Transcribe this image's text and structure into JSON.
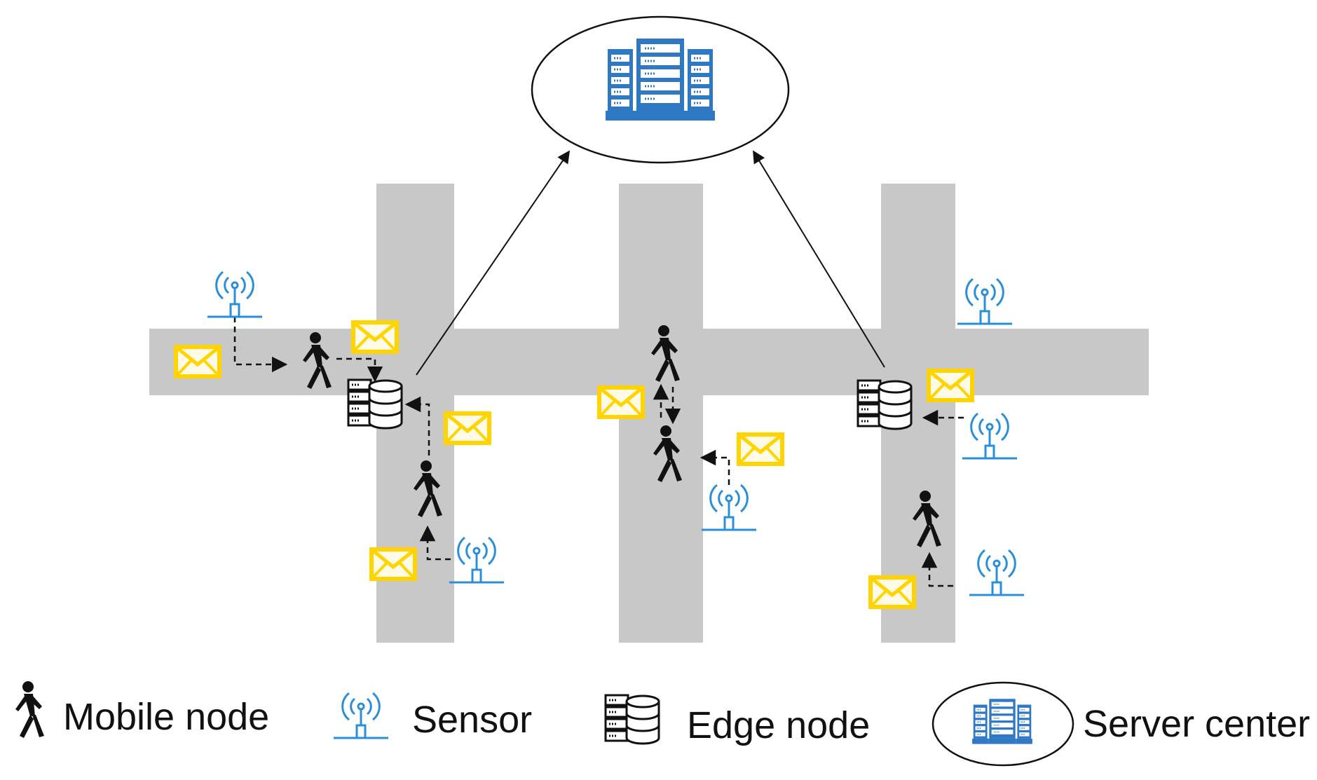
{
  "legend": {
    "mobile_node": "Mobile node",
    "sensor": "Sensor",
    "edge_node": "Edge node",
    "server_center": "Server center"
  },
  "colors": {
    "road": "#c8c8c8",
    "sensor_blue": "#2a8fd8",
    "server_blue": "#2f78c4",
    "envelope_yellow": "#ffd400",
    "arrow": "#111111"
  },
  "icons": [
    "walking-person-icon",
    "sensor-antenna-icon",
    "edge-server-database-icon",
    "server-rack-icon",
    "envelope-icon"
  ]
}
